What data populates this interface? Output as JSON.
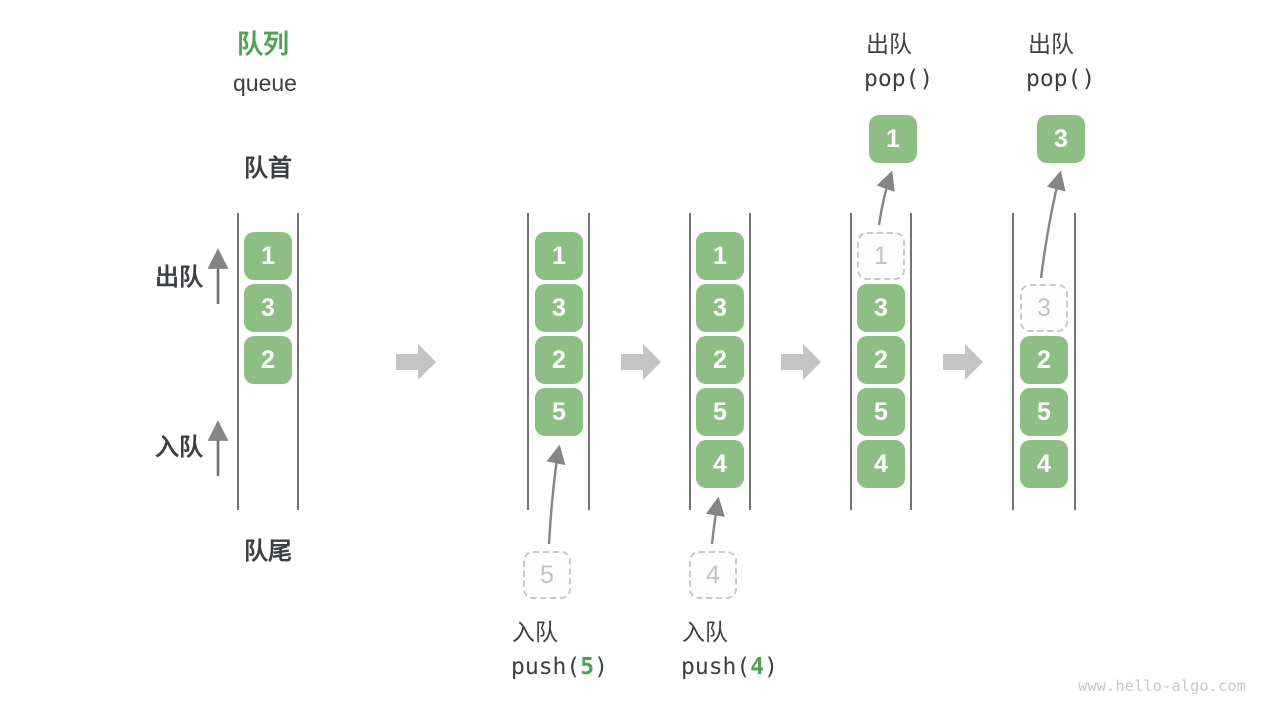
{
  "title": {
    "zh": "队列",
    "en": "queue"
  },
  "labels": {
    "front": "队首",
    "rear": "队尾",
    "dequeue_side": "出队",
    "enqueue_side": "入队"
  },
  "operations": [
    {
      "name": "enqueue-5",
      "label": "入队",
      "code_pre": "push(",
      "code_arg": "5",
      "code_post": ")"
    },
    {
      "name": "enqueue-4",
      "label": "入队",
      "code_pre": "push(",
      "code_arg": "4",
      "code_post": ")"
    },
    {
      "name": "dequeue-1",
      "label": "出队",
      "code_pre": "pop(",
      "code_arg": "",
      "code_post": ")"
    },
    {
      "name": "dequeue-3",
      "label": "出队",
      "code_pre": "pop(",
      "code_arg": "",
      "code_post": ")"
    }
  ],
  "states": [
    {
      "name": "state-initial",
      "cells": [
        {
          "slot": 0,
          "value": "1",
          "style": "solid"
        },
        {
          "slot": 1,
          "value": "3",
          "style": "solid"
        },
        {
          "slot": 2,
          "value": "2",
          "style": "solid"
        }
      ]
    },
    {
      "name": "state-after-push-5",
      "cells": [
        {
          "slot": 0,
          "value": "1",
          "style": "solid"
        },
        {
          "slot": 1,
          "value": "3",
          "style": "solid"
        },
        {
          "slot": 2,
          "value": "2",
          "style": "solid"
        },
        {
          "slot": 3,
          "value": "5",
          "style": "solid"
        }
      ],
      "staging": {
        "value": "5",
        "style": "dashed"
      }
    },
    {
      "name": "state-after-push-4",
      "cells": [
        {
          "slot": 0,
          "value": "1",
          "style": "solid"
        },
        {
          "slot": 1,
          "value": "3",
          "style": "solid"
        },
        {
          "slot": 2,
          "value": "2",
          "style": "solid"
        },
        {
          "slot": 3,
          "value": "5",
          "style": "solid"
        },
        {
          "slot": 4,
          "value": "4",
          "style": "solid"
        }
      ],
      "staging": {
        "value": "4",
        "style": "dashed"
      }
    },
    {
      "name": "state-after-pop-1",
      "cells": [
        {
          "slot": 0,
          "value": "1",
          "style": "dashed"
        },
        {
          "slot": 1,
          "value": "3",
          "style": "solid"
        },
        {
          "slot": 2,
          "value": "2",
          "style": "solid"
        },
        {
          "slot": 3,
          "value": "5",
          "style": "solid"
        },
        {
          "slot": 4,
          "value": "4",
          "style": "solid"
        }
      ],
      "popped": {
        "value": "1",
        "style": "solid"
      }
    },
    {
      "name": "state-after-pop-3",
      "cells": [
        {
          "slot": 1,
          "value": "3",
          "style": "dashed"
        },
        {
          "slot": 2,
          "value": "2",
          "style": "solid"
        },
        {
          "slot": 3,
          "value": "5",
          "style": "solid"
        },
        {
          "slot": 4,
          "value": "4",
          "style": "solid"
        }
      ],
      "popped": {
        "value": "3",
        "style": "solid"
      }
    }
  ],
  "watermark": "www.hello-algo.com",
  "colors": {
    "box_green": "#8dbe83",
    "accent_green": "#4ba351",
    "text_dark": "#3c4043",
    "wall_gray": "#474747",
    "arrow_gray": "#858585",
    "block_arrow_gray": "#c4c4c4",
    "dashed_gray": "#c9c9c9",
    "watermark_gray": "#c8c8c8"
  }
}
